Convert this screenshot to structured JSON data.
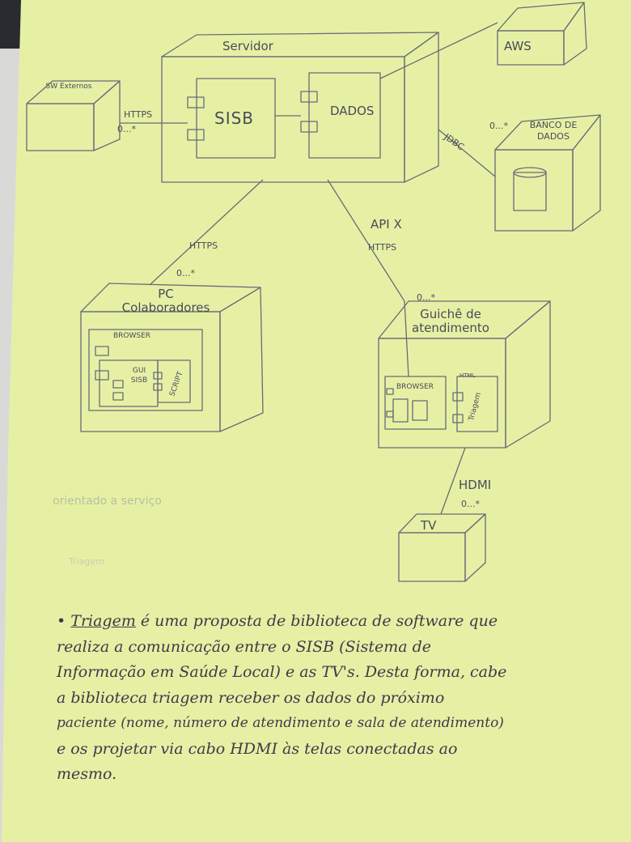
{
  "nodes": {
    "servidor": {
      "label": "Servidor",
      "components": [
        "SISB",
        "DADOS"
      ]
    },
    "sw_externos": {
      "label": "SW Externos"
    },
    "aws": {
      "label": "AWS"
    },
    "banco": {
      "label": "BANCO DE DADOS",
      "multiplicity": "0...*"
    },
    "pc": {
      "label": "PC Colaboradores",
      "browser": "BROWSER",
      "gui": "GUI SISB",
      "script": "SCRIPT"
    },
    "guiche": {
      "label": "Guichê de atendimento",
      "browser": "BROWSER",
      "html": "HTML",
      "triagem": "Triagem"
    },
    "tv": {
      "label": "TV"
    }
  },
  "connections": {
    "sw_https": "HTTPS",
    "sw_mult": "0...*",
    "jdbc": "JDBC",
    "pc_https": "HTTPS",
    "pc_mult": "0...*",
    "apix": "API X",
    "apix_https": "HTTPS",
    "guiche_mult": "0...*",
    "hdmi": "HDMI",
    "hdmi_mult": "0...*"
  },
  "faint_notes": [
    "orientado a serviço",
    "Triagem"
  ],
  "paragraph": {
    "bullet": "•",
    "term": "Triagem",
    "line1": " é uma proposta de biblioteca de software que",
    "line2": "realiza a comunicação entre o SISB (Sistema de",
    "line3": "Informação em Saúde Local) e as TV's. Desta forma, cabe",
    "line4": "a biblioteca triagem receber os dados do próximo",
    "line5": "paciente (nome, número de atendimento e sala de atendimento)",
    "line6": "e os projetar via cabo HDMI às telas conectadas ao",
    "line7": "mesmo."
  }
}
